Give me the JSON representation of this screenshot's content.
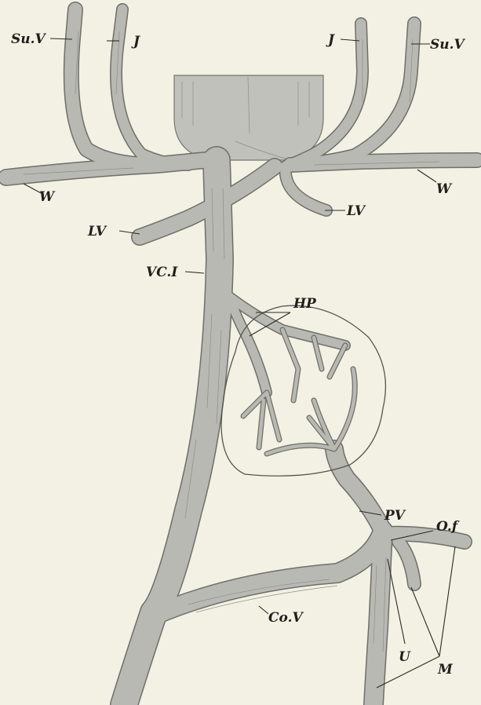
{
  "labels": {
    "su_v_left": "Su.V",
    "j_left": "J",
    "j_right": "J",
    "su_v_right": "Su.V",
    "w_left": "W",
    "w_right": "W",
    "lv_right": "LV",
    "lv_left": "LV",
    "vci": "VC.I",
    "hp": "HP",
    "pv": "PV",
    "of": "O.f",
    "cov": "Co.V",
    "u": "U",
    "m": "M"
  }
}
